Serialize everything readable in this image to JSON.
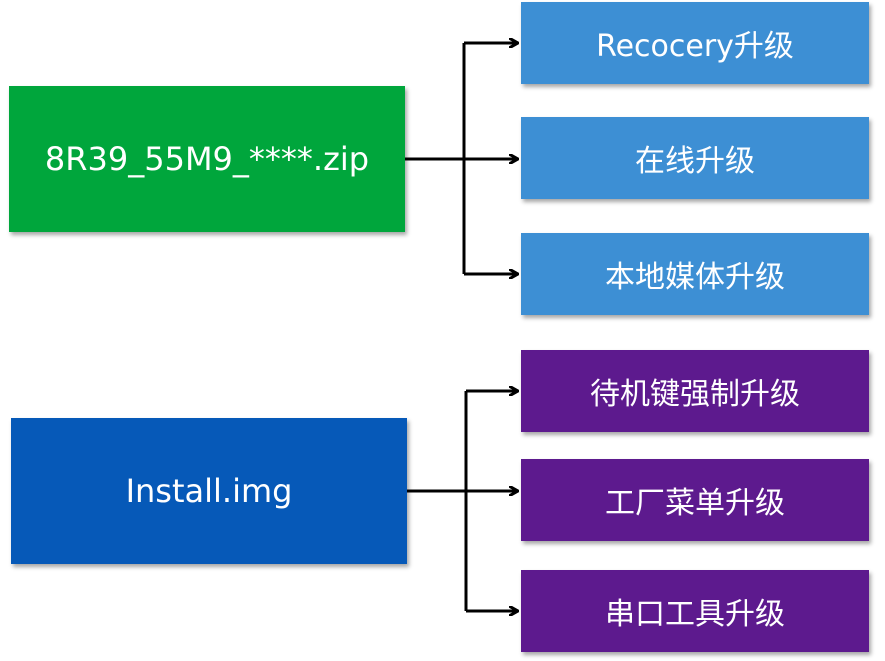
{
  "colors": {
    "green": "#00A63C",
    "blue_source": "#0659B8",
    "light_blue": "#3D8FD4",
    "purple": "#5D1A8E",
    "connector": "#000000"
  },
  "groups": [
    {
      "source": {
        "label": "8R39_55M9_****.zip",
        "color": "#00A63C"
      },
      "targets": [
        {
          "label": "Recocery升级",
          "color": "#3D8FD4"
        },
        {
          "label": "在线升级",
          "color": "#3D8FD4"
        },
        {
          "label": "本地媒体升级",
          "color": "#3D8FD4"
        }
      ]
    },
    {
      "source": {
        "label": "Install.img",
        "color": "#0659B8"
      },
      "targets": [
        {
          "label": "待机键强制升级",
          "color": "#5D1A8E"
        },
        {
          "label": "工厂菜单升级",
          "color": "#5D1A8E"
        },
        {
          "label": "串口工具升级",
          "color": "#5D1A8E"
        }
      ]
    }
  ]
}
